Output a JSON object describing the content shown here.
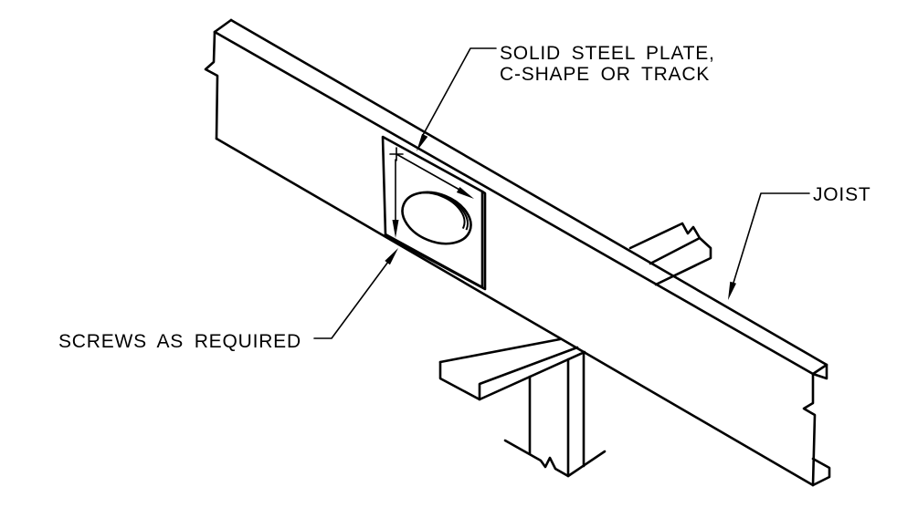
{
  "page": {
    "background": "#ffffff"
  },
  "drawing": {
    "line_color": "#000000",
    "labels": {
      "plate": {
        "line1": "SOLID STEEL PLATE,",
        "line2": "C-SHAPE OR TRACK"
      },
      "joist": {
        "text": "JOIST"
      },
      "screws": {
        "text": "SCREWS AS REQUIRED"
      }
    },
    "components": [
      "joist",
      "reinforcement-plate",
      "web-hole",
      "wall-track",
      "wall-stud"
    ]
  }
}
